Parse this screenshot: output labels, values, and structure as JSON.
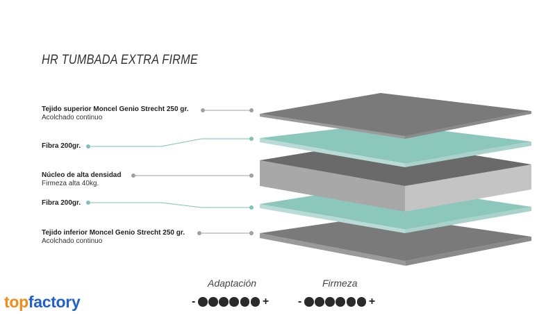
{
  "title": "HR TUMBADA EXTRA FIRME",
  "layers": [
    {
      "name": "Tejido superior Moncel Genio Strecht 250 gr.",
      "detail": "Acolchado continuo",
      "color": "#7a7a7a"
    },
    {
      "name": "Fibra 200gr.",
      "detail": "",
      "color": "#8cc7bc"
    },
    {
      "name": "Núcleo de alta densidad",
      "detail": "Firmeza alta 40kg.",
      "color": "#6a6a6a"
    },
    {
      "name": "Fibra 200gr.",
      "detail": "",
      "color": "#8cc7bc"
    },
    {
      "name": "Tejido inferior Moncel Genio Strecht 250 gr.",
      "detail": "Acolchado continuo",
      "color": "#7a7a7a"
    }
  ],
  "ratings": [
    {
      "label": "Adaptación",
      "minus": "-",
      "plus": "+",
      "level": 6,
      "max": 6
    },
    {
      "label": "Firmeza",
      "minus": "-",
      "plus": "+",
      "level": 6,
      "max": 6
    }
  ],
  "logo": {
    "part1": "top",
    "part2": "factory",
    "color1": "#f28a13",
    "color2": "#1f5fd6"
  }
}
